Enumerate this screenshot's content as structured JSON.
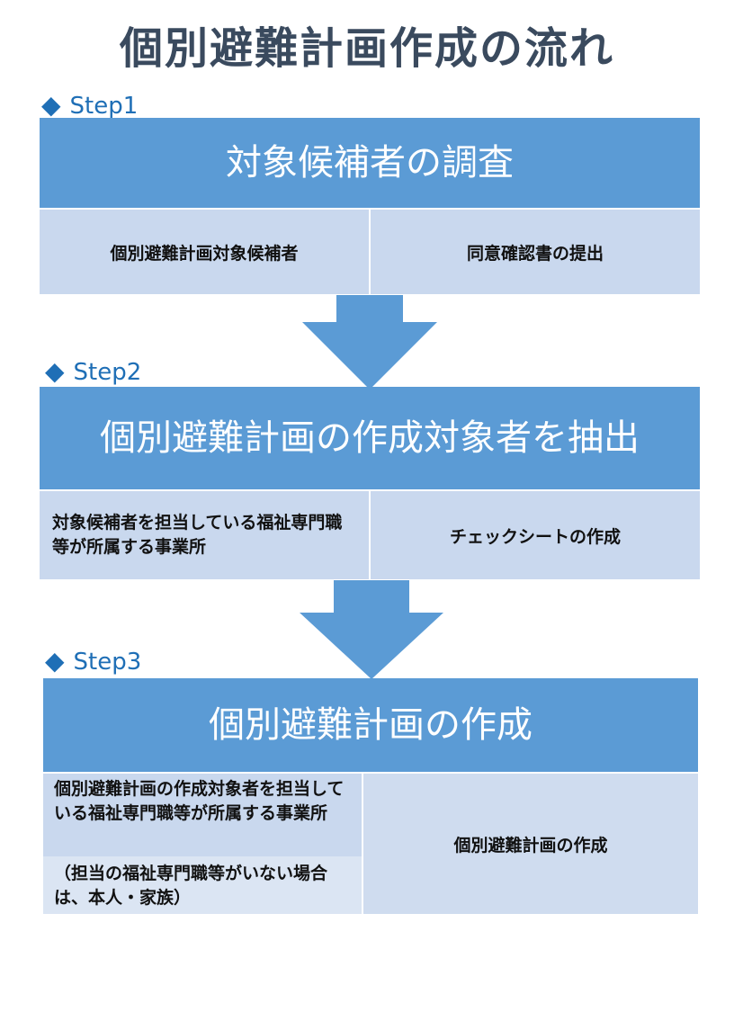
{
  "title": "個別避難計画作成の流れ",
  "colors": {
    "header": "#5b9bd5",
    "cell": "#c9d8ee",
    "step_label": "#1f6fb6",
    "title": "#3a4a5e"
  },
  "steps": [
    {
      "label": "Step1",
      "header": "対象候補者の調査",
      "cells": [
        "個別避難計画対象候補者",
        "同意確認書の提出"
      ]
    },
    {
      "label": "Step2",
      "header": "個別避難計画の作成対象者を抽出",
      "cells": [
        "対象候補者を担当している福祉専門職等が所属する事業所",
        "チェックシートの作成"
      ]
    },
    {
      "label": "Step3",
      "header": "個別避難計画の作成",
      "cells": [
        "個別避難計画の作成対象者を担当している福祉専門職等が所属する事業所",
        "個別避難計画の作成",
        "（担当の福祉専門職等がいない場合は、本人・家族）"
      ]
    }
  ]
}
